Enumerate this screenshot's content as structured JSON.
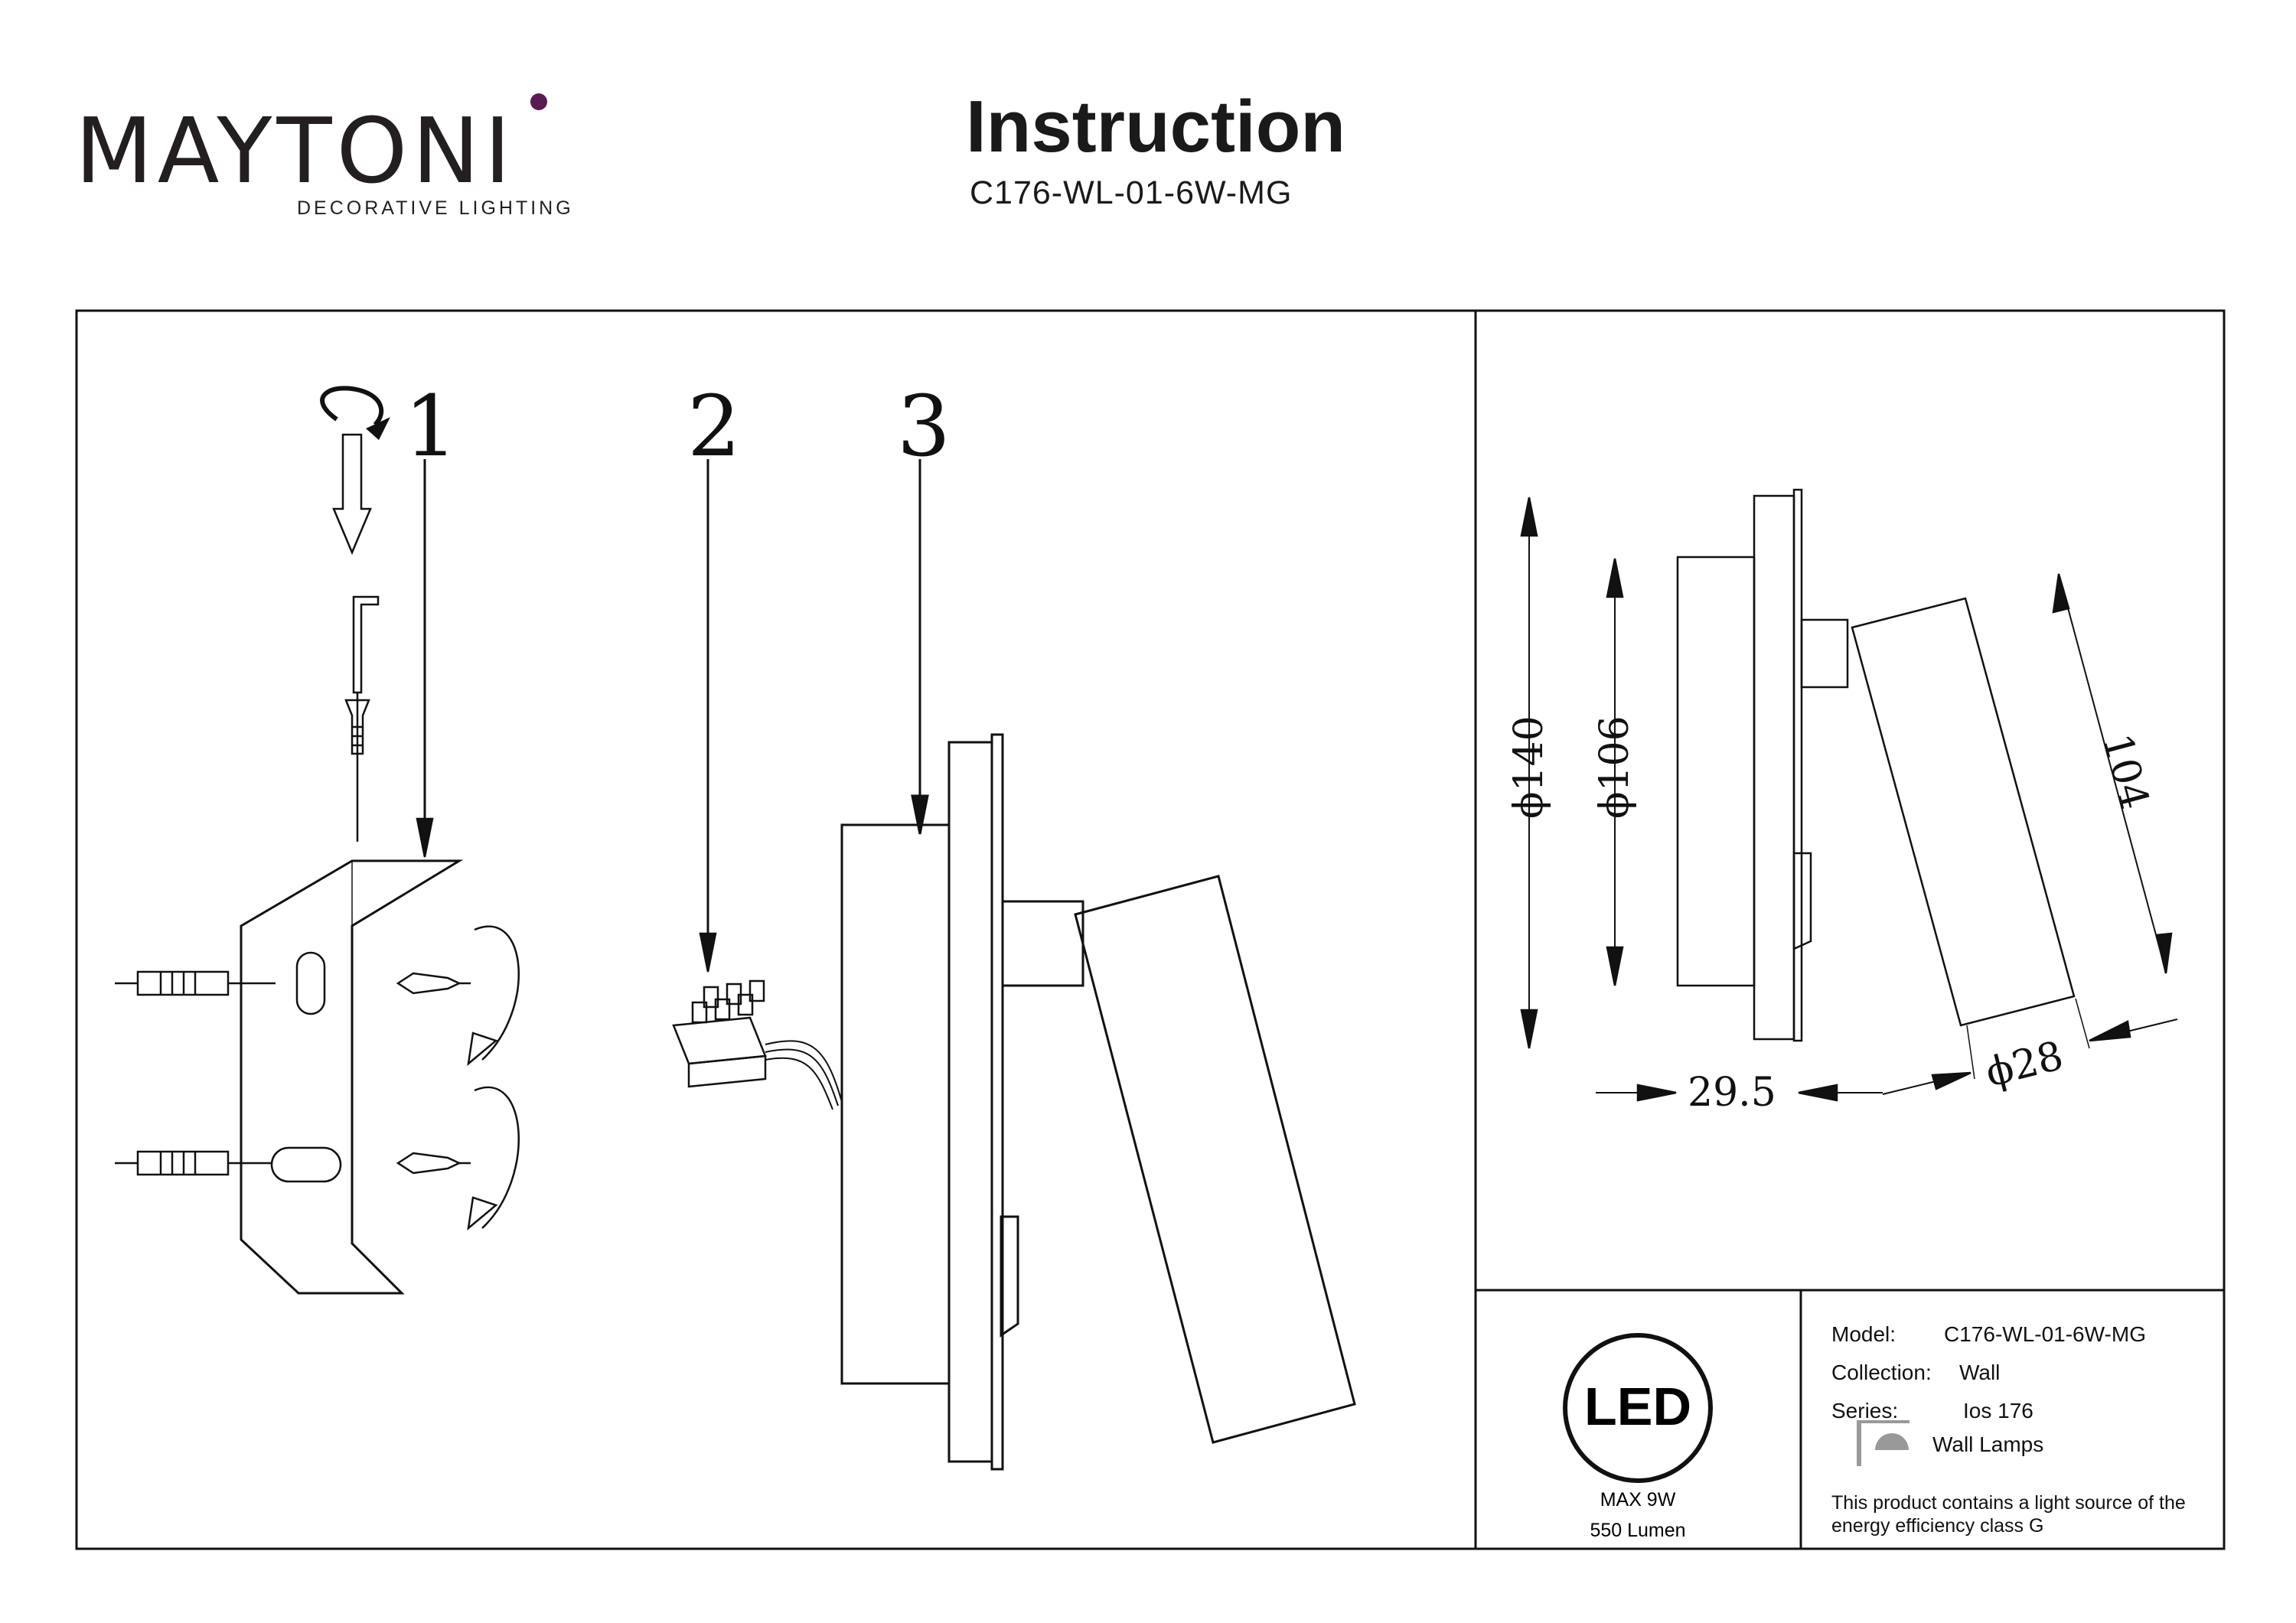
{
  "brand": {
    "name": "MAYTONI",
    "tagline": "DECORATIVE LIGHTING",
    "accent_color": "#5a1a52"
  },
  "header": {
    "title": "Instruction",
    "model_code": "C176-WL-01-6W-MG"
  },
  "steps": [
    "1",
    "2",
    "3"
  ],
  "dimensions": {
    "height": "ϕ140",
    "plate": "ϕ106",
    "lamp_length": "104",
    "depth": "29.5",
    "lamp_diameter": "ϕ28"
  },
  "led_badge": {
    "label": "LED",
    "power": "MAX 9W",
    "lumen": "550 Lumen"
  },
  "specs": {
    "model_label": "Model:",
    "model_value": "C176-WL-01-6W-MG",
    "collection_label": "Collection:",
    "collection_value": "Wall",
    "series_label": "Series:",
    "series_value": "Ios 176",
    "category_icon": "wall-lamp-icon",
    "category": "Wall Lamps",
    "energy_note_line1": "This product contains a light source of the",
    "energy_note_line2": "energy efficiency class G"
  }
}
